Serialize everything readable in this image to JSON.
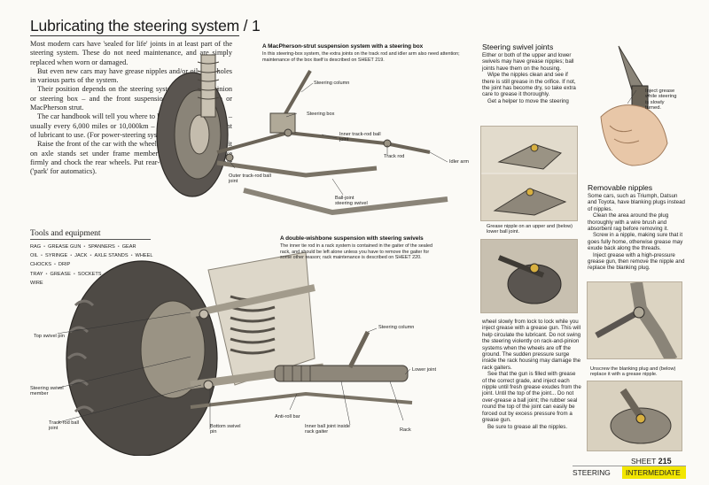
{
  "page": {
    "title": "Lubricating the steering system / 1"
  },
  "intro_paragraphs": [
    "Most modern cars have 'sealed for life' joints in at least part of the steering system. These do not need maintenance, and are simply replaced when worn or damaged.",
    "But even new cars may have grease nipples and/or oil-filler holes in various parts of the system.",
    "Their position depends on the steering system – rack and pinion or steering box – and the front suspension type – wishbone or MacPherson strut.",
    "The car handbook will tell you where to lubricate and how often – usually every 6,000 miles or 10,000km – and the type and amount of lubricant to use. (For power-steering systems see SHEET 230.)",
    "Raise the front of the car with the wheels hanging free. Support it on axle stands set under frame members. Apply the handbrake firmly and chock the rear wheels. Put rear-wheel-drive cars in gear ('park' for automatics)."
  ],
  "tools": {
    "title": "Tools and equipment",
    "items": [
      "RAG",
      "GREASE GUN",
      "SPANNERS",
      "GEAR OIL",
      "SYRINGE",
      "JACK",
      "AXLE STANDS",
      "WHEEL CHOCKS",
      "DRIP TRAY",
      "GREASE",
      "SOCKETS",
      "LENGTH OF STIFF WIRE"
    ]
  },
  "figure_macpherson": {
    "title": "A MacPherson-strut suspension system with a steering box",
    "caption": "In this steering-box system, the extra joints on the track rod and idler arm also need attention; maintenance of the box itself is described on SHEET 219.",
    "labels": {
      "steering_column": "Steering column",
      "steering_box": "Steering box",
      "inner_track_rod": "Inner track-rod ball joint",
      "track_rod": "Track rod",
      "idler_arm": "Idler arm",
      "outer_track_rod": "Outer track-rod ball joint",
      "ball_joint_swivel": "Ball-joint steering swivel"
    }
  },
  "figure_wishbone": {
    "title": "A double-wishbone suspension with steering swivels",
    "caption": "The inner tie rod in a rack system is contained in the gaiter of the sealed rack, and should be left alone unless you have to remove the gaiter for some other reason; rack maintenance is described on SHEET 220.",
    "labels": {
      "top_swivel_pin": "Top swivel pin",
      "steering_column": "Steering column",
      "lower_joint": "Lower joint",
      "steering_swivel_member": "Steering swivel member",
      "anti_roll_bar": "Anti-roll bar",
      "track_rod_ball_joint": "Track-rod ball joint",
      "bottom_swivel_pin": "Bottom swivel pin",
      "inner_ball_joint": "Inner ball joint inside rack gaiter",
      "rack": "Rack"
    }
  },
  "swivel_joints": {
    "title": "Steering swivel joints",
    "paragraphs": [
      "Either or both of the upper and lower swivels may have grease nipples; ball joints have them on the housing.",
      "Wipe the nipples clean and see if there is still grease in the orifice. If not, the joint has become dry, so take extra care to grease it thoroughly.",
      "Get a helper to move the steering"
    ],
    "inject_caption": "Inject grease while steering is slowly turned.",
    "photo_caption": "Grease nipple on an upper and (below) lower ball joint."
  },
  "continued_text": [
    "wheel slowly from lock to lock while you inject grease with a grease gun. This will help circulate the lubricant. Do not swing the steering violently on rack-and-pinion systems when the wheels are off the ground. The sudden pressure surge inside the rack housing may damage the rack gaiters.",
    "See that the gun is filled with grease of the correct grade, and inject each nipple until fresh grease exudes from the joint. Until the top of the joint... Do not over-grease a ball joint; the rubber seal round the top of the joint can easily be forced out by excess pressure from a grease gun.",
    "Be sure to grease all the nipples."
  ],
  "removable_nipples": {
    "title": "Removable nipples",
    "paragraphs": [
      "Some cars, such as Triumph, Datsun and Toyota, have blanking plugs instead of nipples.",
      "Clean the area around the plug thoroughly with a wire brush and absorbent rag before removing it.",
      "Screw in a nipple, making sure that it goes fully home, otherwise grease may exude back along the threads.",
      "Inject grease with a high-pressure grease gun, then remove the nipple and replace the blanking plug."
    ],
    "photo_caption": "Unscrew the blanking plug and (below) replace it with a grease nipple."
  },
  "footer": {
    "sheet_label": "SHEET",
    "sheet_number": "215",
    "category": "STEERING",
    "level": "INTERMEDIATE"
  },
  "colors": {
    "level_highlight": "#f2e600",
    "photo_bg": "#e8e2d6"
  }
}
